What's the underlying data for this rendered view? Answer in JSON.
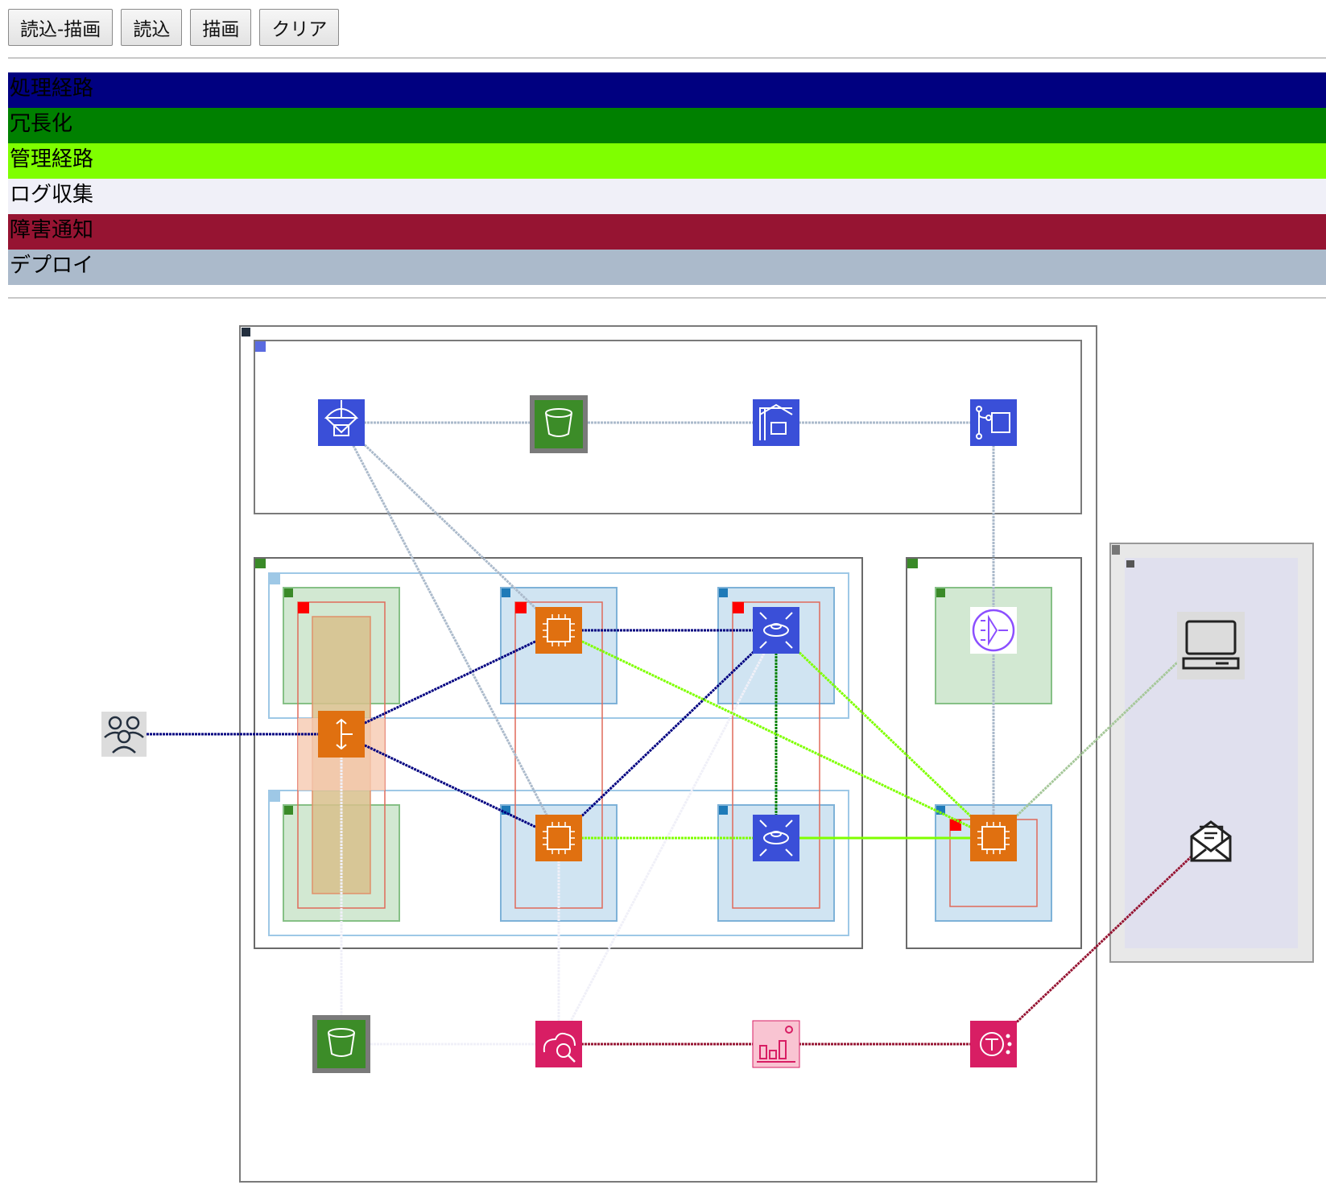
{
  "toolbar": {
    "buttons": [
      "読込-描画",
      "読込",
      "描画",
      "クリア"
    ]
  },
  "legend": [
    {
      "label": "処理経路",
      "color": "#000080",
      "text_color": "#000000"
    },
    {
      "label": "冗長化",
      "color": "#008000",
      "text_color": "#000000"
    },
    {
      "label": "管理経路",
      "color": "#7FFF00",
      "text_color": "#000000"
    },
    {
      "label": "ログ収集",
      "color": "#F0F0F8",
      "text_color": "#000000"
    },
    {
      "label": "障害通知",
      "color": "#961432",
      "text_color": "#000000"
    },
    {
      "label": "デプロイ",
      "color": "#ABBACB",
      "text_color": "#000000"
    }
  ],
  "colors": {
    "compute": "#E07010",
    "storage": "#3C8C28",
    "devtools": "#3A4FD8",
    "management": "#D81E64",
    "subnet_public": "#D2E8D2",
    "subnet_private": "#D0E4F2"
  },
  "icons": {
    "users": "users-icon",
    "codedeploy": "codedeploy-icon",
    "s3": "s3-bucket-icon",
    "codebuild": "codebuild-icon",
    "codepipeline": "codepipeline-icon",
    "elb": "load-balancer-icon",
    "ec2": "ec2-instance-icon",
    "rds": "rds-database-icon",
    "nat": "nat-gateway-icon",
    "cloudwatch": "cloudwatch-icon",
    "metrics": "cloudwatch-metrics-icon",
    "sns": "sns-icon",
    "client": "client-computer-icon",
    "email": "email-notification-icon"
  }
}
